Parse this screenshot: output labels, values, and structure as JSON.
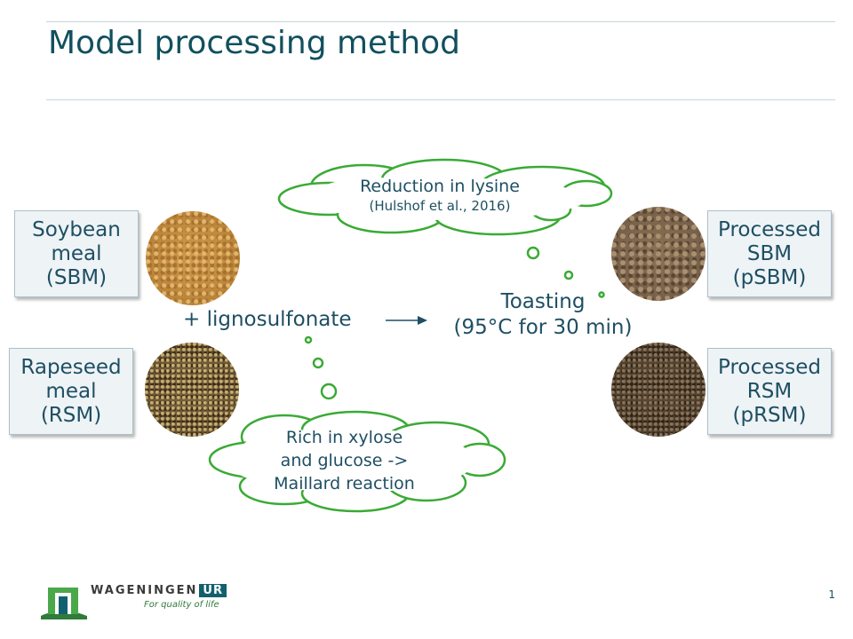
{
  "title": "Model processing method",
  "inputs": [
    {
      "lines": [
        "Soybean",
        "meal",
        "(SBM)"
      ]
    },
    {
      "lines": [
        "Rapeseed",
        "meal",
        "(RSM)"
      ]
    }
  ],
  "outputs": [
    {
      "lines": [
        "Processed",
        "SBM",
        "(pSBM)"
      ]
    },
    {
      "lines": [
        "Processed",
        "RSM",
        "(pRSM)"
      ]
    }
  ],
  "treatment": "+ lignosulfonate",
  "process": {
    "line1": "Toasting",
    "line2": "(95°C for 30 min)"
  },
  "cloud_top": {
    "line1": "Reduction in lysine",
    "line2": "(Hulshof et al., 2016)"
  },
  "cloud_bottom": {
    "lines": [
      "Rich in xylose",
      "and glucose ->",
      "Maillard reaction"
    ]
  },
  "colors": {
    "title": "#12505e",
    "text": "#1e4f63",
    "cloud_outline": "#3aaa35",
    "box_fill": "#eef3f6",
    "rule": "#c9d6db"
  },
  "icons": {
    "arrow": "right-arrow-icon",
    "logo": "wageningen-ur-logo"
  },
  "footer": {
    "logo_text": "WAGENINGEN",
    "logo_ur": "UR",
    "tagline": "For quality of life",
    "page_number": "1"
  }
}
